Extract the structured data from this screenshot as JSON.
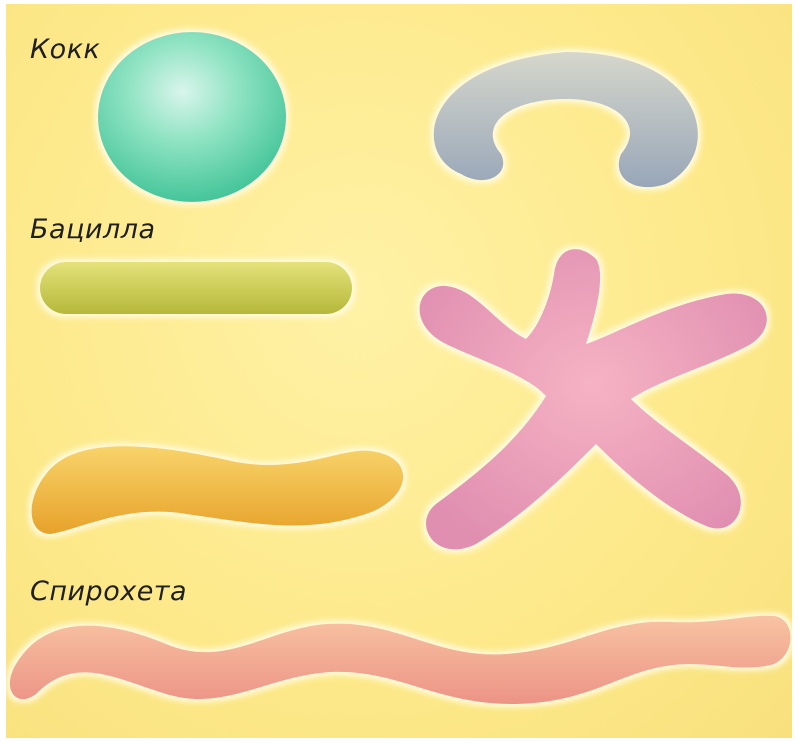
{
  "labels": {
    "coccus": "Кокк",
    "bacillus": "Бацилла",
    "spirochete": "Спирохета"
  },
  "colors": {
    "background": "#fde98a",
    "coccus": "#6fd9b3",
    "ring": "#b7c0c9",
    "bacillus_rod": "#cfcf52",
    "curved_rod": "#f0b83e",
    "star": "#ec9fb8",
    "spirochete": "#f1a58f"
  }
}
